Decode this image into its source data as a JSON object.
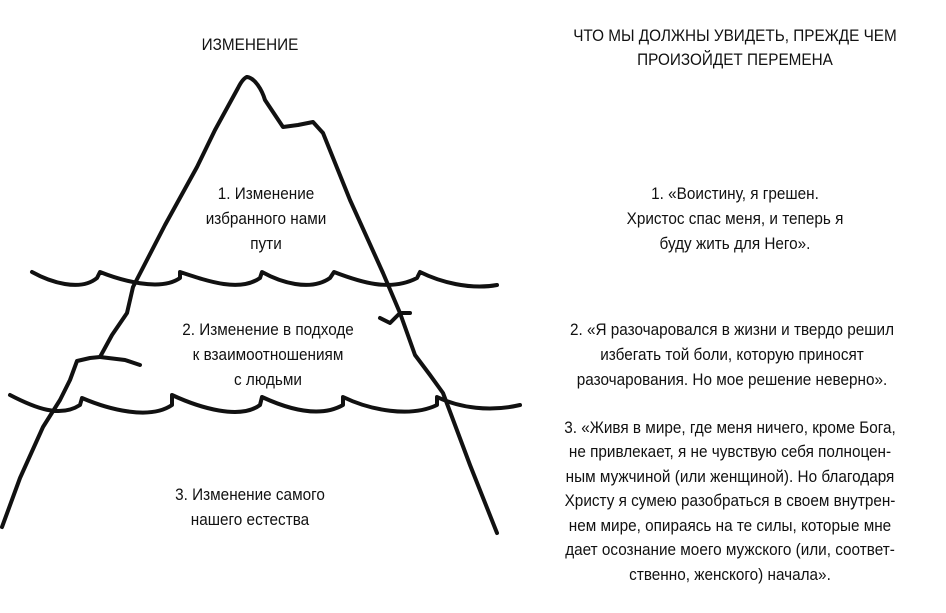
{
  "left_title": "ИЗМЕНЕНИЕ",
  "right_title": [
    "ЧТО МЫ ДОЛЖНЫ УВИДЕТЬ, ПРЕЖДЕ ЧЕМ",
    "ПРОИЗОЙДЕТ ПЕРЕМЕНА"
  ],
  "iceberg_levels": [
    {
      "lines": [
        "1. Изменение",
        "избранного нами",
        "пути"
      ]
    },
    {
      "lines": [
        "2. Изменение в подходе",
        "к взаимоотношениям",
        "с людьми"
      ]
    },
    {
      "lines": [
        "3. Изменение самого",
        "нашего естества"
      ]
    }
  ],
  "statements": [
    {
      "lines": [
        "1. «Воистину, я грешен.",
        "Христос спас меня, и теперь я",
        "буду жить для Него»."
      ]
    },
    {
      "lines": [
        "2. «Я разочаровался в жизни и твердо решил",
        "избегать той боли, которую приносят",
        "разочарования. Но мое решение неверно»."
      ]
    },
    {
      "lines": [
        "3. «Живя в мире, где меня ничего, кроме Бога,",
        "не привлекает, я не чувствую себя полноцен-",
        "ным мужчиной (или женщиной). Но благодаря",
        "Христу я сумею разобраться в своем внутрен-",
        "нем мире, опираясь на те силы, которые мне",
        "дает осознание моего мужского (или, соответ-",
        "ственно, женского) начала»."
      ]
    }
  ]
}
